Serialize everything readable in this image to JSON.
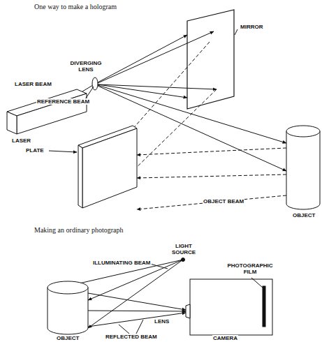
{
  "diagram": {
    "labels": [
      "One way to make a hologram",
      "MIRROR",
      "DIVERGING LENS",
      "LASER BEAM",
      "REFERENCE BEAM",
      "LASER",
      "PLATE",
      "OBJECT",
      "OBJECT BEAM",
      "Making an ordinary photograph",
      "LIGHT SOURCE",
      "ILLUMINATING BEAM",
      "PHOTOGRAPHIC FILM",
      "OBJECT",
      "LENS",
      "CAMERA",
      "REFLECTED BEAM"
    ]
  }
}
